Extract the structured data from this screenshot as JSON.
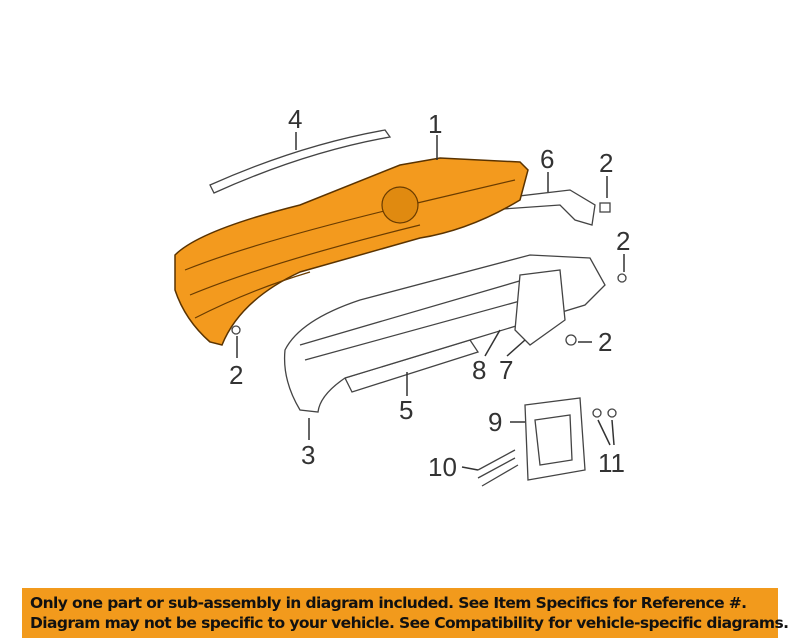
{
  "diagram": {
    "highlight_color": "#f39a1e",
    "callouts": [
      {
        "id": "callout-4",
        "label": "4"
      },
      {
        "id": "callout-1",
        "label": "1"
      },
      {
        "id": "callout-6",
        "label": "6"
      },
      {
        "id": "callout-2a",
        "label": "2"
      },
      {
        "id": "callout-2b",
        "label": "2"
      },
      {
        "id": "callout-2c",
        "label": "2"
      },
      {
        "id": "callout-2d",
        "label": "2"
      },
      {
        "id": "callout-8",
        "label": "8"
      },
      {
        "id": "callout-7",
        "label": "7"
      },
      {
        "id": "callout-5",
        "label": "5"
      },
      {
        "id": "callout-3",
        "label": "3"
      },
      {
        "id": "callout-9",
        "label": "9"
      },
      {
        "id": "callout-10",
        "label": "10"
      },
      {
        "id": "callout-11",
        "label": "11"
      }
    ]
  },
  "banner": {
    "line1": "Only one part or sub-assembly in diagram included. See Item Specifics for Reference #.",
    "line2": "Diagram may not be specific to your vehicle. See Compatibility for vehicle-specific diagrams.",
    "color": "#f29a1c"
  }
}
